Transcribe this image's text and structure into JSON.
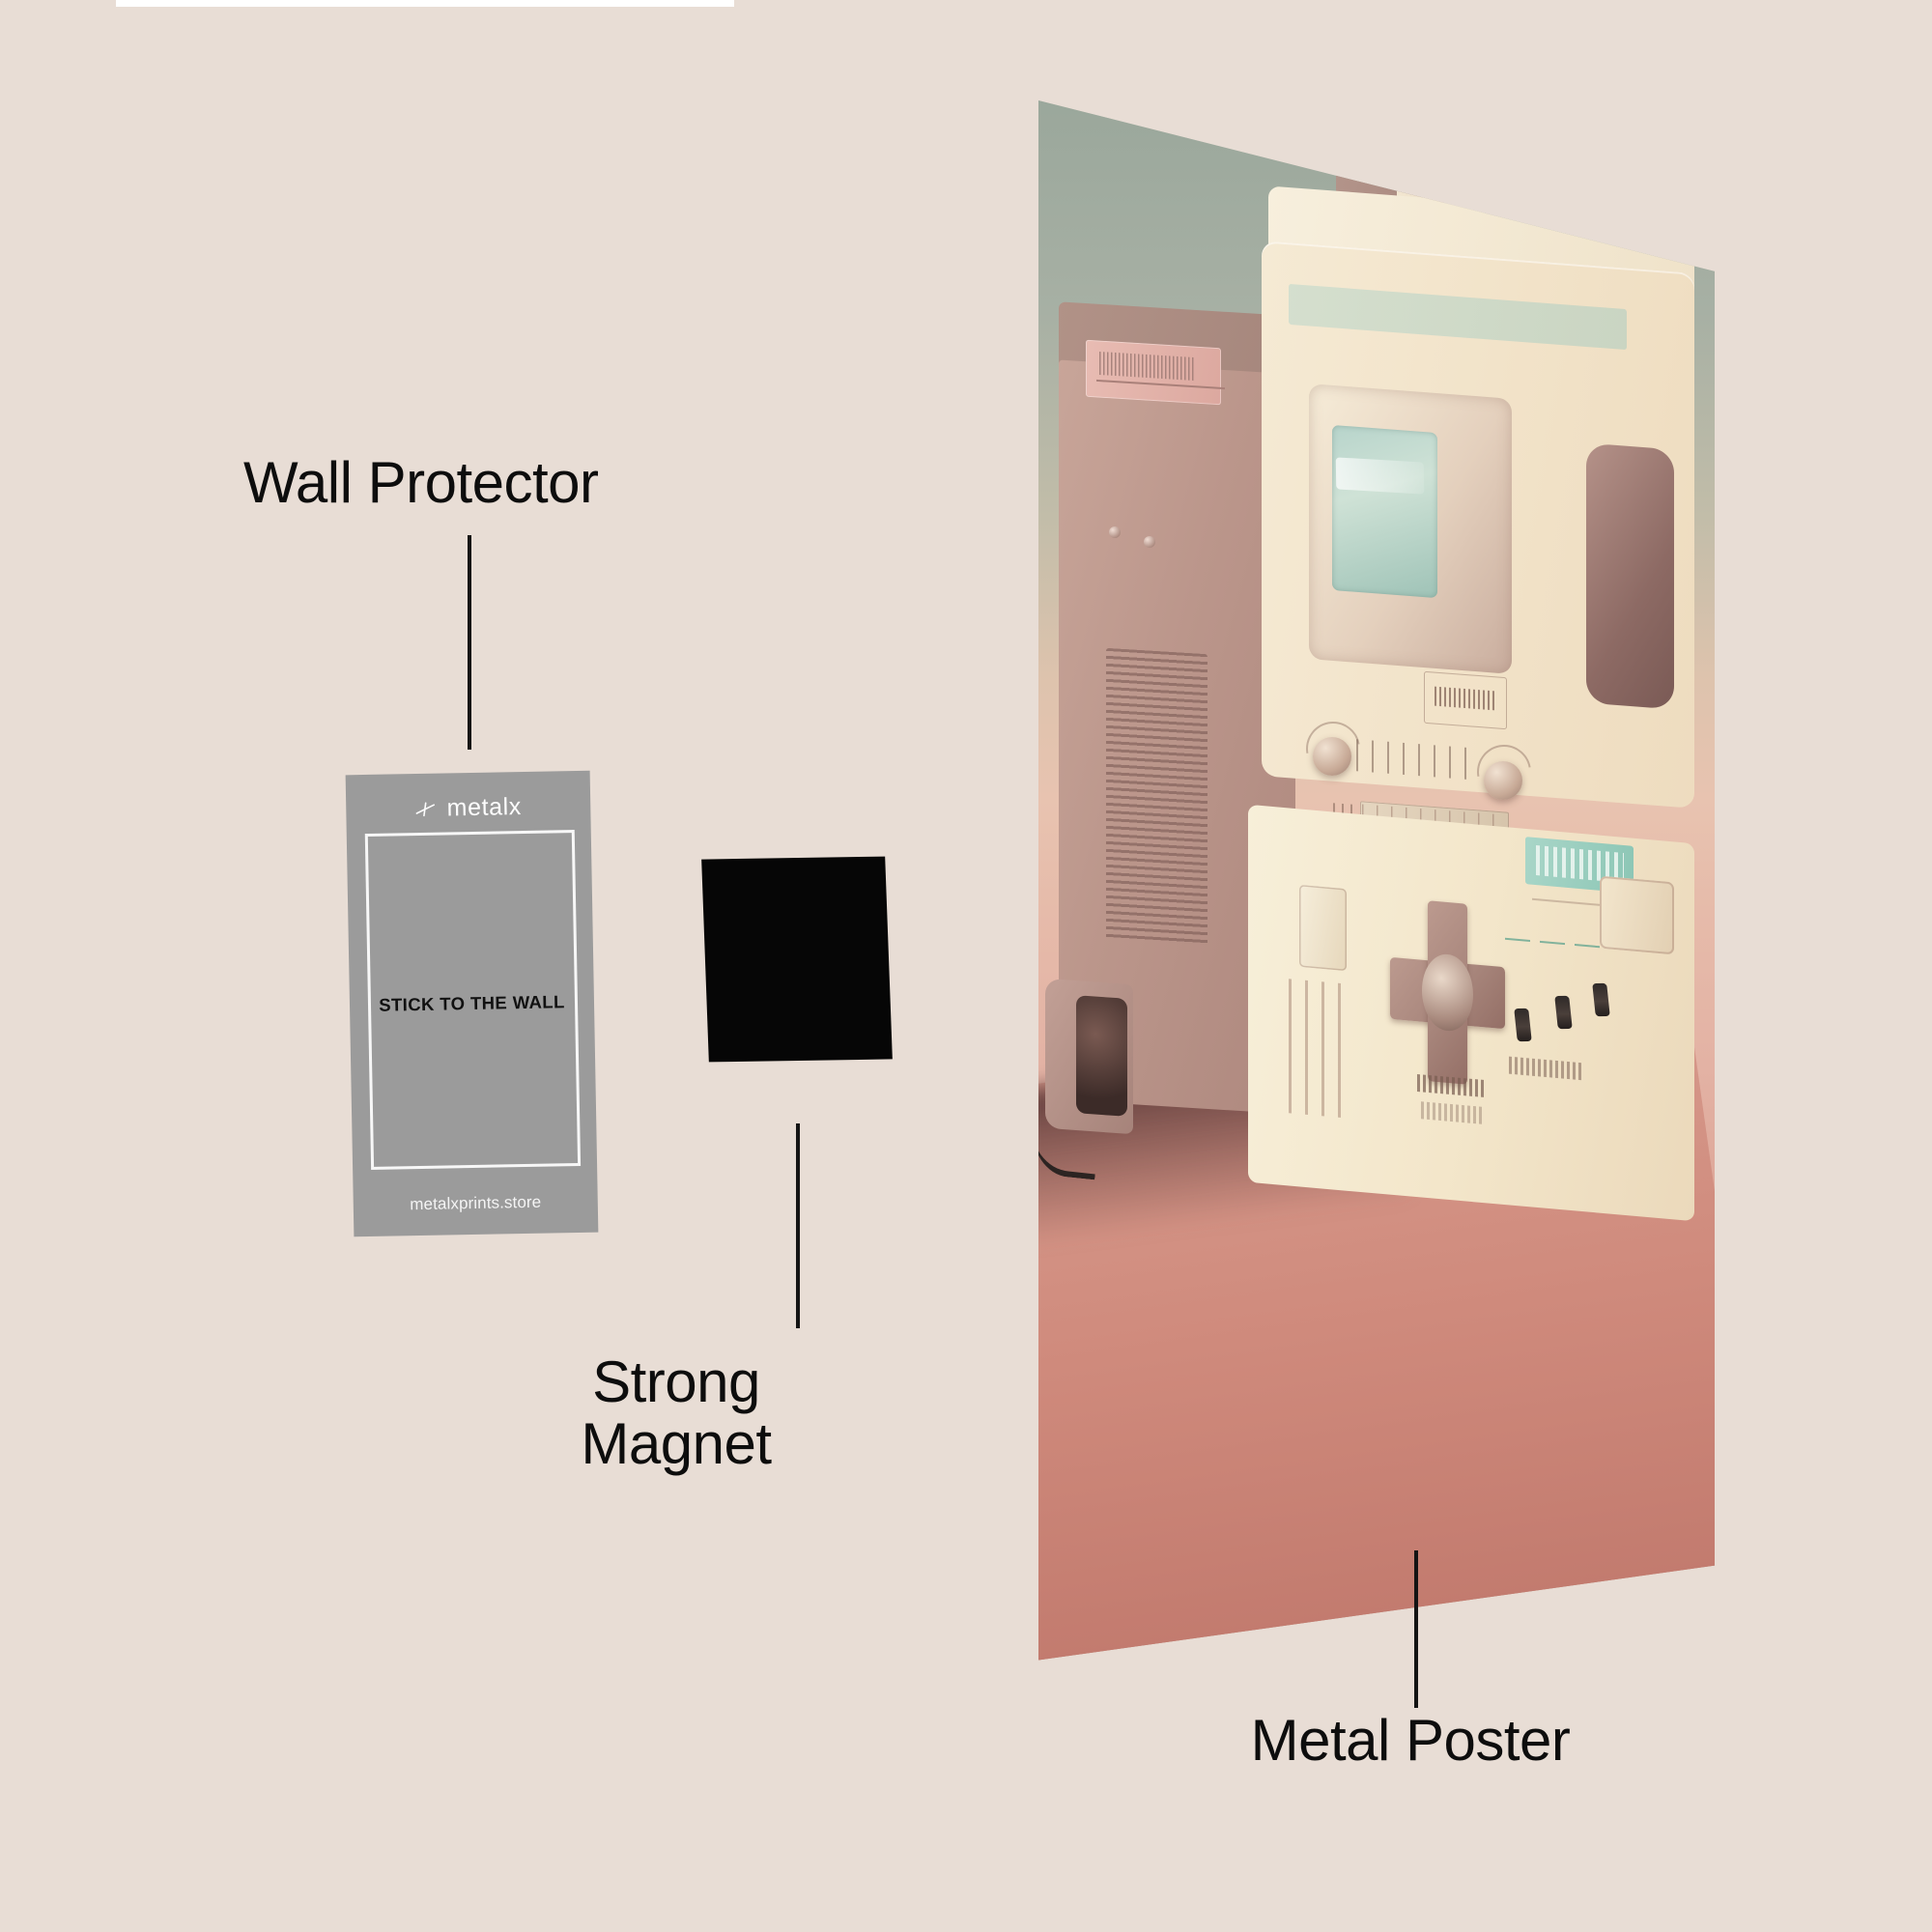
{
  "background_color": "#e8ddd5",
  "callouts": [
    {
      "id": "wall-protector",
      "label": "Wall Protector",
      "leader": "vertical-line-down"
    },
    {
      "id": "strong-magnet",
      "label": "Strong\nMagnet",
      "leader": "vertical-line-up"
    },
    {
      "id": "metal-poster",
      "label": "Metal Poster",
      "leader": "vertical-line-up"
    }
  ],
  "wall_protector_card": {
    "background_color": "#9b9b9b",
    "logo_icon": "metalx-cross-mark-icon",
    "brand": "metalx",
    "headline": "STICK TO THE WALL",
    "url": "metalxprints.store",
    "frame_color": "#f7f7f7",
    "headline_color": "#111111"
  },
  "magnet": {
    "color": "#060606",
    "shape": "rounded-square-sheet"
  },
  "metal_poster": {
    "artwork_subject": "retro-cassette-recorder",
    "palette": {
      "sky": "#9aa79b",
      "cream": "#f5ead4",
      "mauve": "#bb968b",
      "rose_floor": "#cf8a7c",
      "mint_screen": "#b7d4cb"
    }
  }
}
